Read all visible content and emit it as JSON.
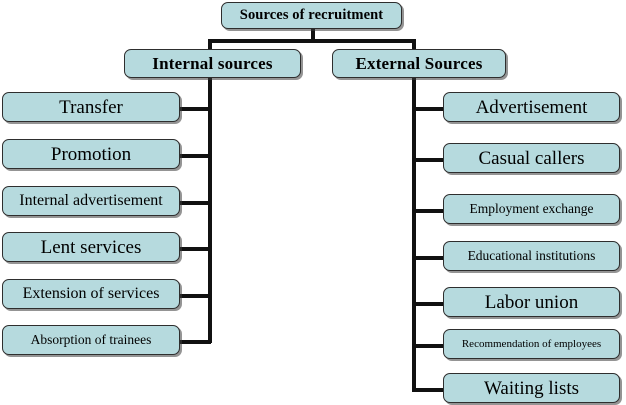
{
  "diagram": {
    "title": "Sources of recruitment",
    "type": "organizational-tree",
    "colors": {
      "node_fill": "#b6dade",
      "node_border": "#2e2e2e",
      "connector": "#111111",
      "background": "#ffffff",
      "text": "#000000"
    },
    "root": {
      "label": "Sources of recruitment"
    },
    "branches": [
      {
        "id": "internal",
        "label": "Internal sources",
        "side": "left",
        "children": [
          {
            "label": "Transfer"
          },
          {
            "label": "Promotion"
          },
          {
            "label": "Internal advertisement"
          },
          {
            "label": "Lent services"
          },
          {
            "label": "Extension of services"
          },
          {
            "label": "Absorption of trainees"
          }
        ]
      },
      {
        "id": "external",
        "label": "External Sources",
        "side": "right",
        "children": [
          {
            "label": "Advertisement"
          },
          {
            "label": "Casual callers"
          },
          {
            "label": "Employment exchange"
          },
          {
            "label": "Educational institutions"
          },
          {
            "label": "Labor union"
          },
          {
            "label": "Recommendation of employees"
          },
          {
            "label": "Waiting lists"
          }
        ]
      }
    ]
  }
}
